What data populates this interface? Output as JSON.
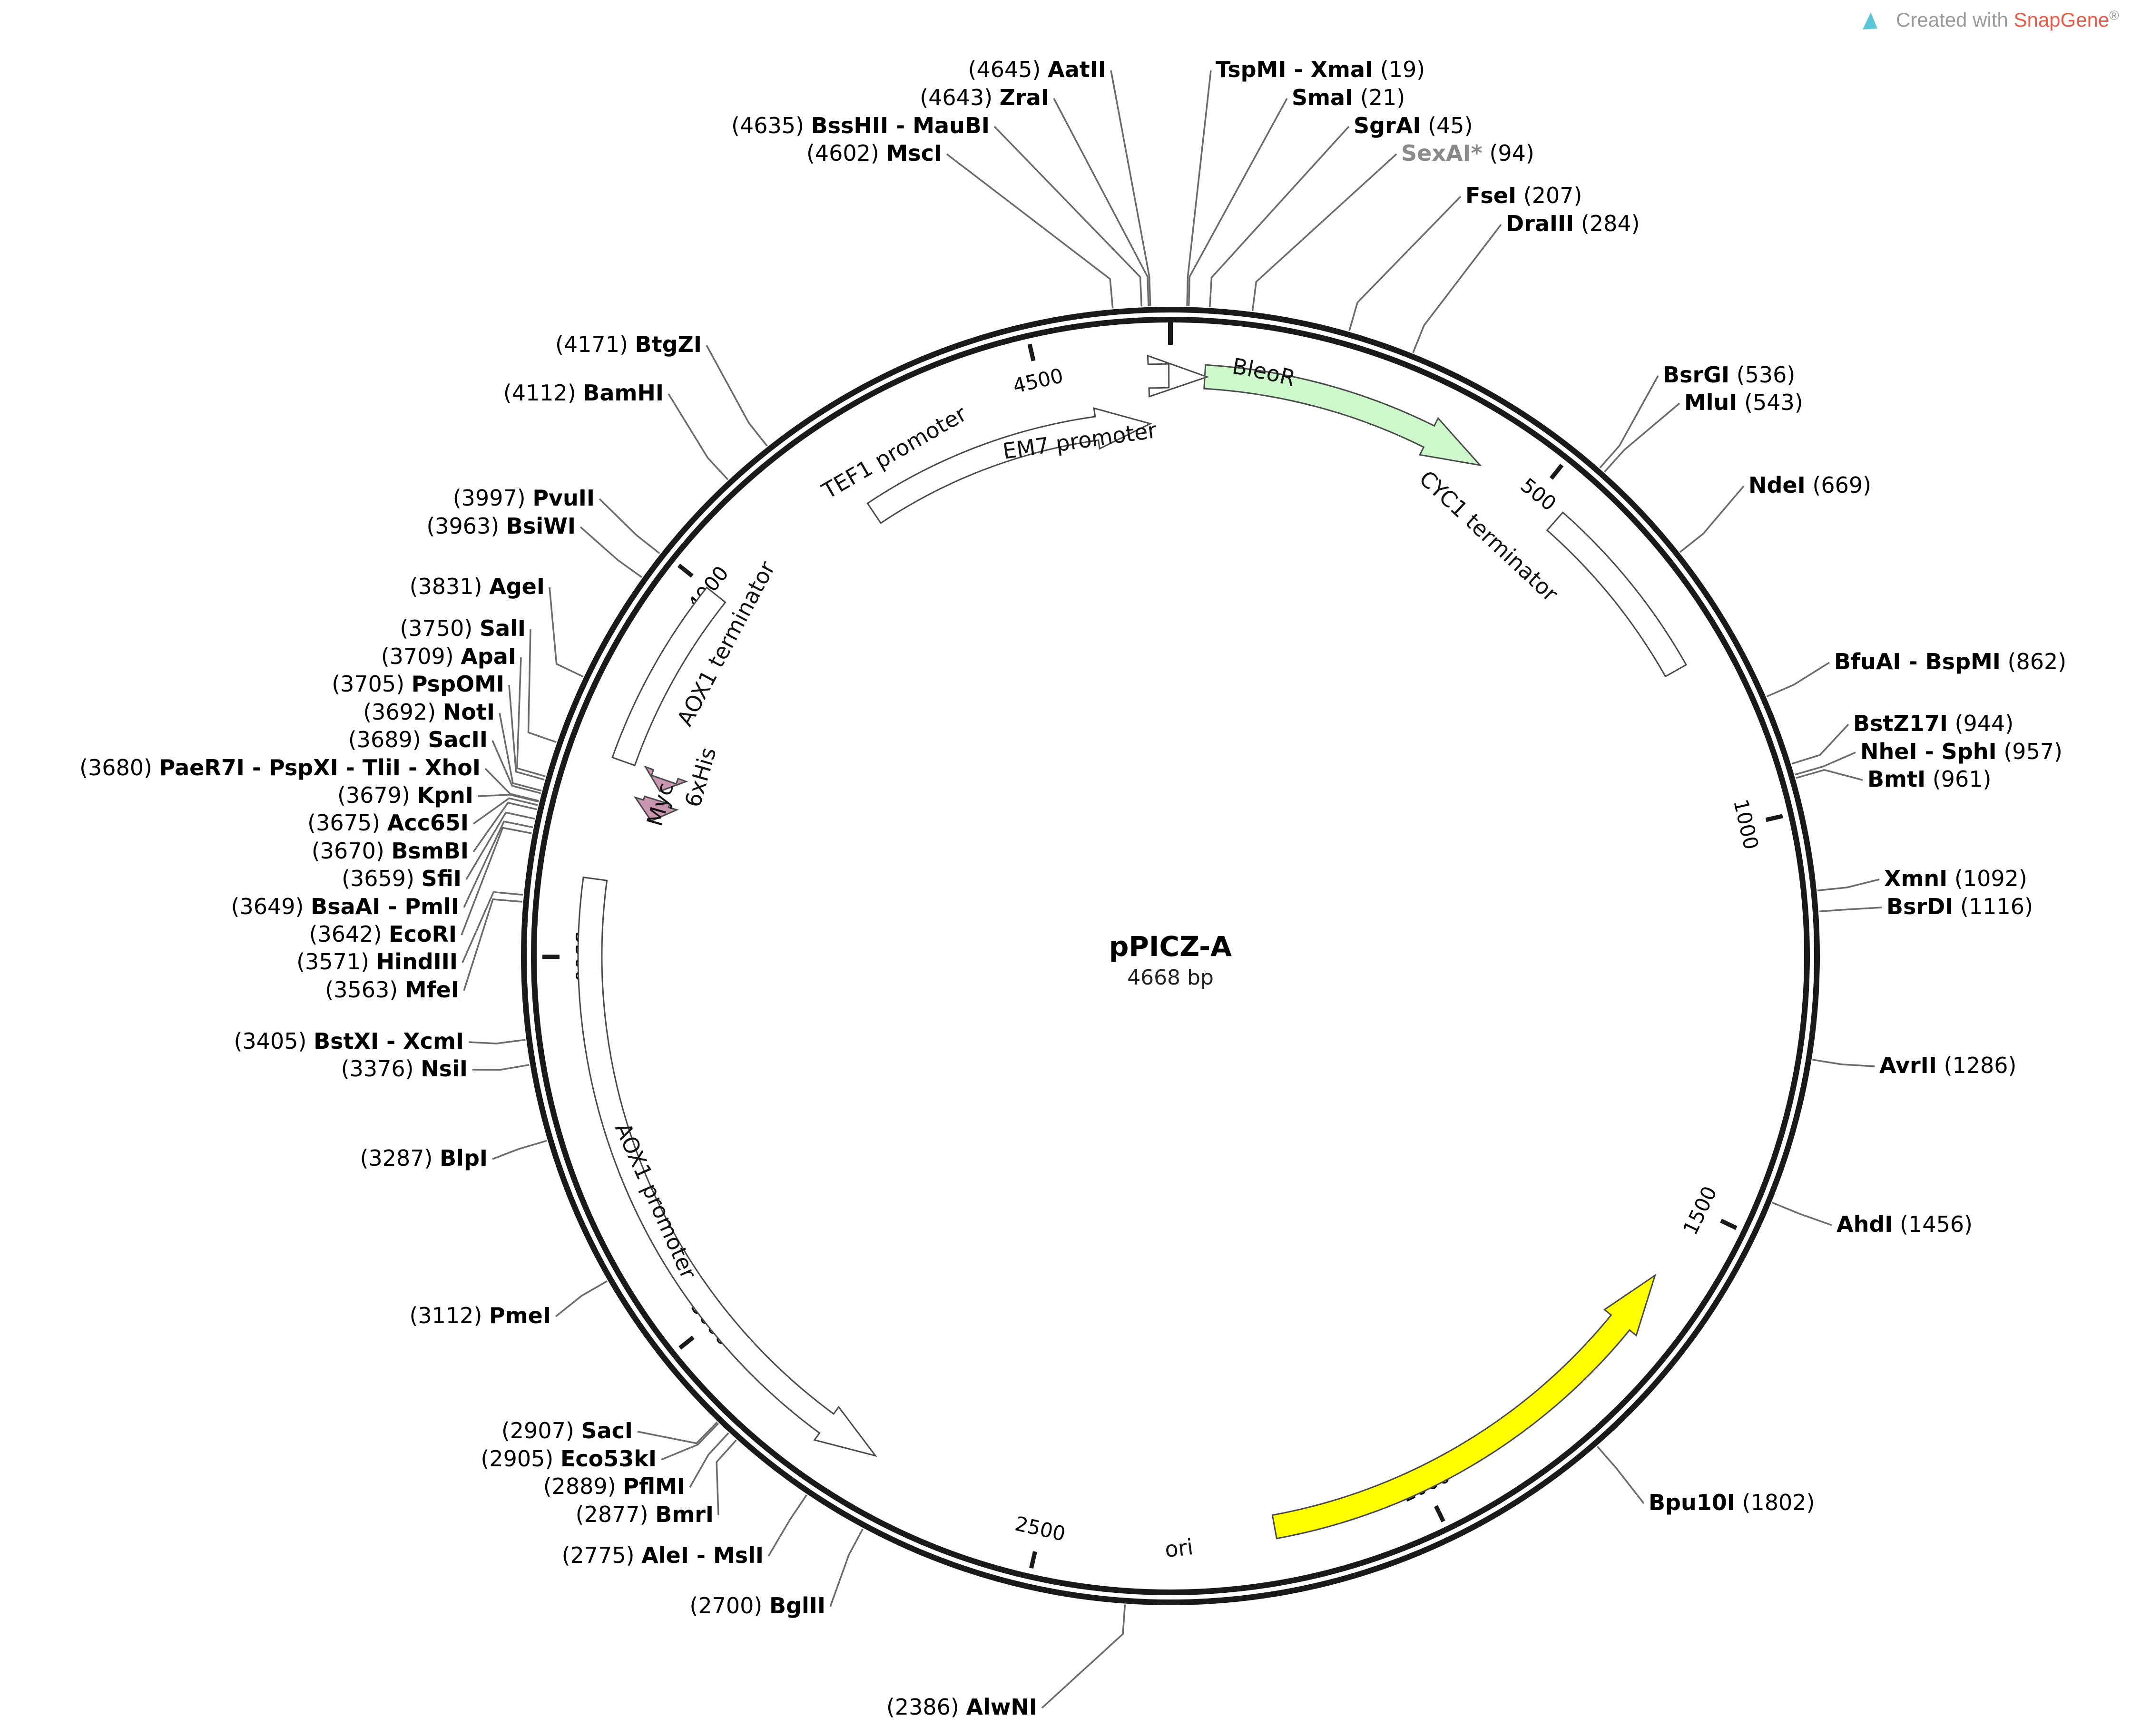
{
  "plasmid": {
    "name": "pPICZ-A",
    "length_label": "4668 bp",
    "length_bp": 4668
  },
  "credit": {
    "prefix": "Created with ",
    "brand": "SnapGene",
    "suffix": "®"
  },
  "colors": {
    "bleor": "#ccf8cc",
    "ori": "#ffff00",
    "tags": "#c995b0",
    "backbone": "#1a1a1a",
    "brand": "#e65a4a"
  },
  "ticks": [
    {
      "bp": 500,
      "label": "500"
    },
    {
      "bp": 1000,
      "label": "1000"
    },
    {
      "bp": 1500,
      "label": "1500"
    },
    {
      "bp": 2000,
      "label": "2000"
    },
    {
      "bp": 2500,
      "label": "2500"
    },
    {
      "bp": 3000,
      "label": "3000"
    },
    {
      "bp": 3500,
      "label": "3500"
    },
    {
      "bp": 4000,
      "label": "4000"
    },
    {
      "bp": 4500,
      "label": "4500"
    }
  ],
  "features": [
    {
      "name": "BleoR",
      "start": 44,
      "end": 418,
      "direction": "forward",
      "track": "inner-1",
      "fill": "#ccf8cc"
    },
    {
      "name": "EM7 promoter",
      "start": 4666,
      "end": 4715,
      "direction": "forward",
      "track": "inner-1",
      "fill": "#ffffff"
    },
    {
      "name": "TEF1 promoter",
      "start": 4230,
      "end": 4640,
      "direction": "forward",
      "track": "inner-2",
      "fill": "#ffffff"
    },
    {
      "name": "CYC1 terminator",
      "start": 538,
      "end": 785,
      "direction": "none",
      "track": "inner-1",
      "fill": "#ffffff"
    },
    {
      "name": "AOX1 terminator",
      "start": 3755,
      "end": 4000,
      "direction": "none",
      "track": "inner-1",
      "fill": "#ffffff"
    },
    {
      "name": "AOX1 promoter",
      "start": 2730,
      "end": 3600,
      "direction": "reverse",
      "track": "inner-1",
      "fill": "#ffffff"
    },
    {
      "name": "ori",
      "start": 1600,
      "end": 2200,
      "direction": "reverse",
      "track": "inner-1",
      "fill": "#ffff00"
    },
    {
      "name": "Myc",
      "start": 3690,
      "end": 3720,
      "direction": "reverse",
      "track": "inner-tag",
      "fill": "#c995b0"
    },
    {
      "name": "6xHis",
      "start": 3733,
      "end": 3750,
      "direction": "reverse",
      "track": "inner-tag",
      "fill": "#c995b0"
    }
  ],
  "enzymes": [
    {
      "pos": "(4645)",
      "name": "AatII",
      "site": 4645
    },
    {
      "pos": "(4643)",
      "name": "ZraI",
      "site": 4643
    },
    {
      "pos": "(4635)",
      "name": "BssHII - MauBI",
      "site": 4635
    },
    {
      "pos": "(4602)",
      "name": "MscI",
      "site": 4602
    },
    {
      "pos": "(19)",
      "name": "TspMI - XmaI",
      "site": 19
    },
    {
      "pos": "(21)",
      "name": "SmaI",
      "site": 21
    },
    {
      "pos": "(45)",
      "name": "SgrAI",
      "site": 45
    },
    {
      "pos": "(94)",
      "name": "SexAI*",
      "site": 94,
      "dim": true
    },
    {
      "pos": "(207)",
      "name": "FseI",
      "site": 207
    },
    {
      "pos": "(284)",
      "name": "DraIII",
      "site": 284
    },
    {
      "pos": "(536)",
      "name": "BsrGI",
      "site": 536
    },
    {
      "pos": "(543)",
      "name": "MluI",
      "site": 543
    },
    {
      "pos": "(669)",
      "name": "NdeI",
      "site": 669
    },
    {
      "pos": "(862)",
      "name": "BfuAI - BspMI",
      "site": 862
    },
    {
      "pos": "(944)",
      "name": "BstZ17I",
      "site": 944
    },
    {
      "pos": "(957)",
      "name": "NheI - SphI",
      "site": 957
    },
    {
      "pos": "(961)",
      "name": "BmtI",
      "site": 961
    },
    {
      "pos": "(1092)",
      "name": "XmnI",
      "site": 1092
    },
    {
      "pos": "(1116)",
      "name": "BsrDI",
      "site": 1116
    },
    {
      "pos": "(1286)",
      "name": "AvrII",
      "site": 1286
    },
    {
      "pos": "(1456)",
      "name": "AhdI",
      "site": 1456
    },
    {
      "pos": "(1802)",
      "name": "Bpu10I",
      "site": 1802
    },
    {
      "pos": "(2386)",
      "name": "AlwNI",
      "site": 2386
    },
    {
      "pos": "(2700)",
      "name": "BglII",
      "site": 2700
    },
    {
      "pos": "(2775)",
      "name": "AleI - MslI",
      "site": 2775
    },
    {
      "pos": "(2877)",
      "name": "BmrI",
      "site": 2877
    },
    {
      "pos": "(2889)",
      "name": "PflMI",
      "site": 2889
    },
    {
      "pos": "(2905)",
      "name": "Eco53kI",
      "site": 2905
    },
    {
      "pos": "(2907)",
      "name": "SacI",
      "site": 2907
    },
    {
      "pos": "(3112)",
      "name": "PmeI",
      "site": 3112
    },
    {
      "pos": "(3287)",
      "name": "BlpI",
      "site": 3287
    },
    {
      "pos": "(3376)",
      "name": "NsiI",
      "site": 3376
    },
    {
      "pos": "(3405)",
      "name": "BstXI - XcmI",
      "site": 3405
    },
    {
      "pos": "(3563)",
      "name": "MfeI",
      "site": 3563
    },
    {
      "pos": "(3571)",
      "name": "HindIII",
      "site": 3571
    },
    {
      "pos": "(3642)",
      "name": "EcoRI",
      "site": 3642
    },
    {
      "pos": "(3649)",
      "name": "BsaAI - PmlI",
      "site": 3649
    },
    {
      "pos": "(3659)",
      "name": "SfiI",
      "site": 3659
    },
    {
      "pos": "(3670)",
      "name": "BsmBI",
      "site": 3670
    },
    {
      "pos": "(3675)",
      "name": "Acc65I",
      "site": 3675
    },
    {
      "pos": "(3679)",
      "name": "KpnI",
      "site": 3679
    },
    {
      "pos": "(3680)",
      "name": "PaeR7I - PspXI - TliI - XhoI",
      "site": 3680
    },
    {
      "pos": "(3689)",
      "name": "SacII",
      "site": 3689
    },
    {
      "pos": "(3692)",
      "name": "NotI",
      "site": 3692
    },
    {
      "pos": "(3705)",
      "name": "PspOMI",
      "site": 3705
    },
    {
      "pos": "(3709)",
      "name": "ApaI",
      "site": 3709
    },
    {
      "pos": "(3750)",
      "name": "SalI",
      "site": 3750
    },
    {
      "pos": "(3831)",
      "name": "AgeI",
      "site": 3831
    },
    {
      "pos": "(3963)",
      "name": "BsiWI",
      "site": 3963
    },
    {
      "pos": "(3997)",
      "name": "PvuII",
      "site": 3997
    },
    {
      "pos": "(4112)",
      "name": "BamHI",
      "site": 4112
    },
    {
      "pos": "(4171)",
      "name": "BtgZI",
      "site": 4171
    }
  ]
}
